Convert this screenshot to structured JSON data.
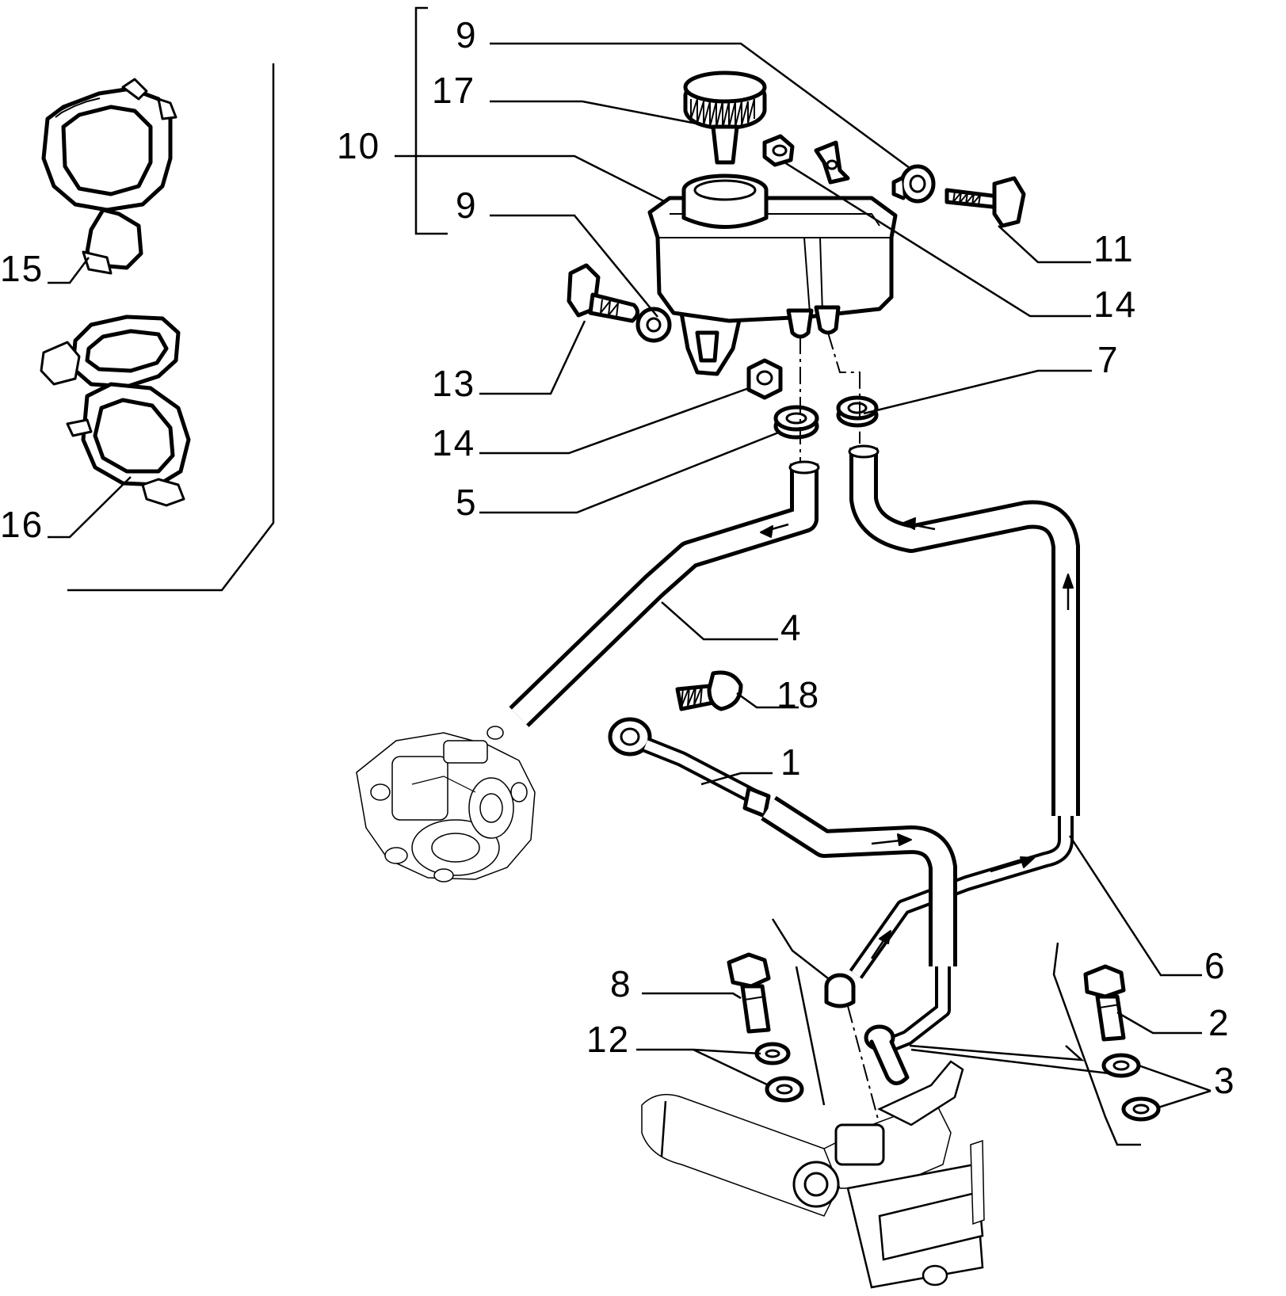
{
  "callouts": {
    "n1": "1",
    "n2": "2",
    "n3": "3",
    "n4": "4",
    "n5": "5",
    "n6": "6",
    "n7": "7",
    "n8": "8",
    "n9_top": "9",
    "n9_mid": "9",
    "n10": "10",
    "n11": "11",
    "n12": "12",
    "n13": "13",
    "n14_right": "14",
    "n14_left": "14",
    "n15": "15",
    "n16": "16",
    "n17": "17",
    "n18": "18"
  }
}
